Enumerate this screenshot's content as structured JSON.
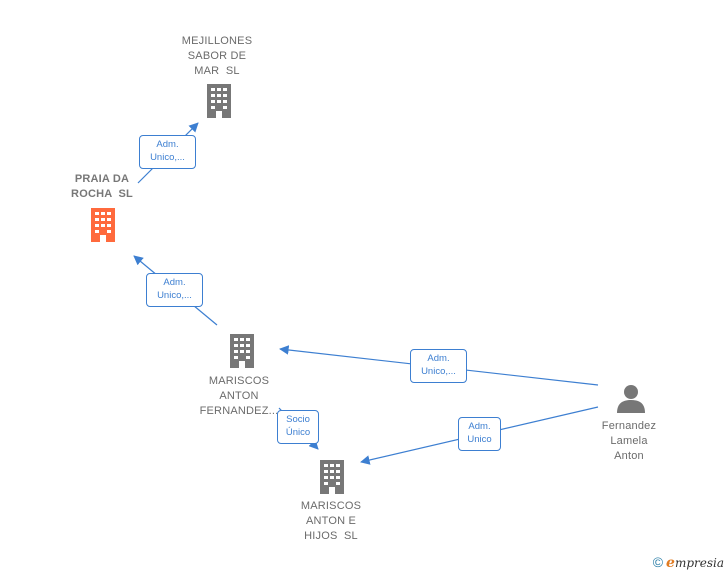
{
  "colors": {
    "accent": "#ff6a3d",
    "building": "#777777",
    "edge": "#3d7fd1",
    "person": "#777777"
  },
  "nodes": {
    "mejillones": {
      "name": [
        "MEJILLONES",
        "SABOR DE",
        "MAR  SL"
      ],
      "icon": "building-icon"
    },
    "praia": {
      "name": [
        "PRAIA DA",
        "ROCHA  SL"
      ],
      "icon": "building-icon",
      "highlighted": true
    },
    "mariscos_fernandez": {
      "name": [
        "MARISCOS",
        "ANTON",
        "FERNANDEZ..."
      ],
      "icon": "building-icon"
    },
    "mariscos_hijos": {
      "name": [
        "MARISCOS",
        "ANTON E",
        "HIJOS  SL"
      ],
      "icon": "building-icon"
    },
    "person": {
      "name": [
        "Fernandez",
        "Lamela",
        "Anton"
      ],
      "icon": "person-icon"
    }
  },
  "edges": {
    "praia_mejillones": [
      "Adm.",
      "Unico,..."
    ],
    "fernandez_praia": [
      "Adm.",
      "Unico,..."
    ],
    "person_fernandez": [
      "Adm.",
      "Unico,..."
    ],
    "fernandez_hijos": [
      "Socio",
      "Único"
    ],
    "person_hijos": [
      "Adm.",
      "Unico"
    ]
  },
  "footer": {
    "copyright": "©",
    "brand_initial": "e",
    "brand_rest": "mpresia"
  }
}
